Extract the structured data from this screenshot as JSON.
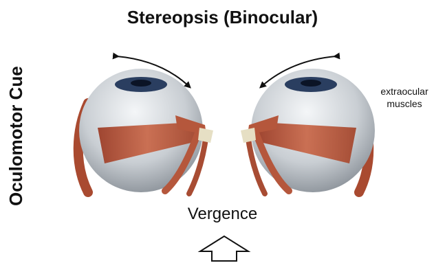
{
  "title": "Stereopsis (Binocular)",
  "side_label": "Oculomotor Cue",
  "bottom_label": "Vergence",
  "annotation": {
    "line1": "extraocular",
    "line2": "muscles"
  },
  "colors": {
    "sclera": "#c9ced3",
    "muscle": "#b5573c",
    "tendon": "#e6dfc4",
    "iris": "#2a3e60",
    "text": "#111111"
  },
  "icons": [
    "rotation-arrow-left",
    "rotation-arrow-right",
    "up-arrow-icon"
  ]
}
